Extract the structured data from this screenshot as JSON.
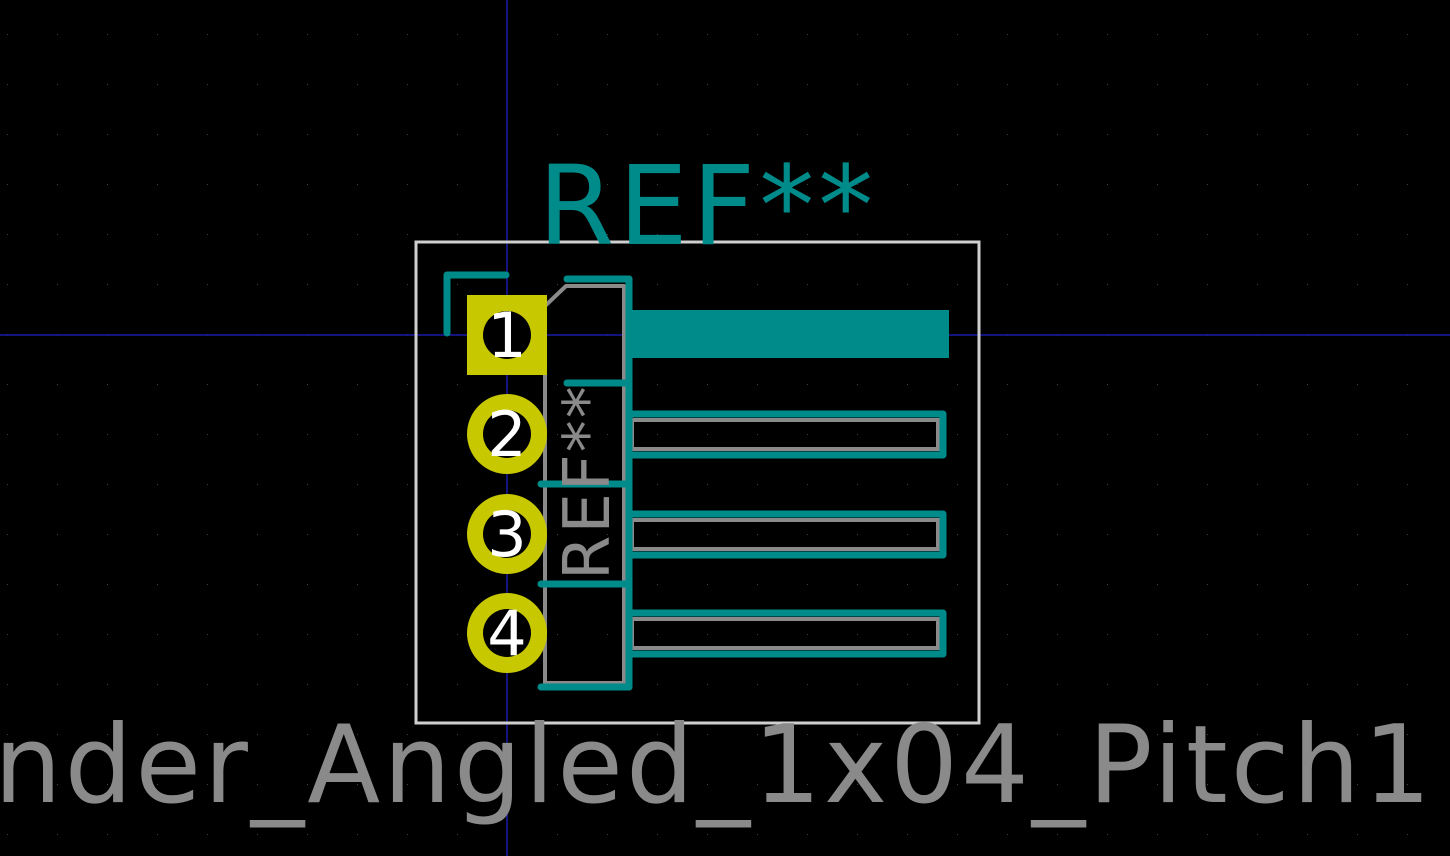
{
  "footprint": {
    "reference": "REF**",
    "reference_silk": "REF**",
    "value": "nder_Angled_1x04_Pitch1"
  },
  "pads": [
    {
      "number": "1",
      "shape": "square"
    },
    {
      "number": "2",
      "shape": "round"
    },
    {
      "number": "3",
      "shape": "round"
    },
    {
      "number": "4",
      "shape": "round"
    }
  ],
  "colors": {
    "background": "#000000",
    "grid": "#4a4a4a",
    "axis": "#1a1aa8",
    "silk": "#008b8b",
    "fab": "#8a8a8a",
    "courtyard": "#cfcfcf",
    "pad": "#c8c800",
    "pad_text": "#ffffff"
  }
}
